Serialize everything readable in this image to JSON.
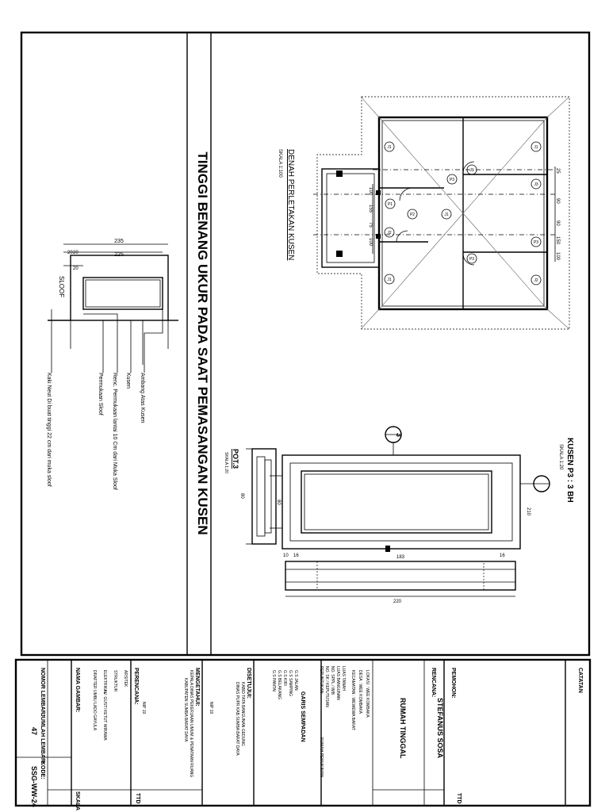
{
  "drawing": {
    "main_title": "TINGGI BENANG UKUR PADA SAAT PEMASANGAN KUSEN",
    "plan_title": "DENAH PERLETAKAN KUSEN",
    "plan_scale": "SKALA 1:100",
    "frame_title": "KUSEN P3 : 3 BH",
    "frame_scale": "SKALA 1:20",
    "section_title": "POT.3",
    "section_scale": "SKALA 1:20",
    "detail_dims": [
      "235",
      "225",
      "20",
      "20",
      "20"
    ],
    "detail_sloof": "SLOOF",
    "detail_labels": [
      "Ambang Atas Kusen",
      "Kusen",
      "Renc. Permukaan lantai 10 Cm dari Muka Sloof",
      "Permukaan Sloof",
      "Kaki Neut Di buat tinggi 22 cm dari muka sloof"
    ],
    "plan_tags": [
      "J1",
      "J2",
      "J1",
      "P1",
      "P2",
      "J1",
      "P3",
      "P3",
      "P3",
      "J3",
      "J2",
      "J1",
      "J1"
    ],
    "plan_dims": [
      "25",
      "100",
      "155",
      "75",
      "100",
      "90",
      "90",
      "150",
      "100"
    ],
    "section_marker": "3",
    "frame_dims": [
      "210",
      "16",
      "80",
      "16",
      "183",
      "10",
      "220"
    ]
  },
  "titleblock": {
    "catatan": "CATATAN",
    "pemohon_label": "PEMOHON:",
    "pemohon_name": "STEFANUS SOSA",
    "ttd1": "TTD",
    "rencana_label": "RENCANA:",
    "rencana_value": "RUMAH TINGGAL",
    "location_rows": [
      "LOKASI : WEE KOMBAKA",
      "DESA : WEE KOMBAKA",
      "KECAMATAN : WEWEWA BARAT"
    ],
    "luas_rows": [
      "LUAS TANAH",
      "LUAS BANGUNAN",
      "NO. SPPL / IMB",
      "NO. SK / KEPUTUSAN",
      "PERUNTUKAN"
    ],
    "peruntukan_value": "RUMAH PEMUKIMAN",
    "garis_title": "GARIS SEMPADAN",
    "garis_rows": [
      "G.S JALAN",
      "G.S SAMPING",
      "G.S KIRI",
      "G.S BELAKANG",
      "G.S PANTAI"
    ],
    "disetujui_label": "DISETUJUI:",
    "disetujui_org": [
      "KABID TATA BANGUNAN GEDUNG",
      "DINAS PUPR KAB.SUMBA BARAT DAYA"
    ],
    "mengetahui_label": "MENGETAHUI:",
    "mengetahui_org": [
      "KEPALA DINAS PEKERJAAN UMUM & PENATAAN RUANG",
      "KABUPATEN SUMBA BARAT DAYA"
    ],
    "nip1": "NIP 19",
    "nip2": "NIP 19",
    "perencana_label": "PERENCANA:",
    "perencana_rows": [
      "ARSITEK",
      "STRUKTUR",
      "ELEKTRIKAL",
      "DRAFTER"
    ],
    "perencana_names": [
      "",
      "",
      "I.V. GUSTI KETUT WIRAWA",
      "UMBU LADO GAYULA"
    ],
    "ttd2": "TTD",
    "nama_gambar_label": "NAMA GAMBAR:",
    "skala_label": "SKALA",
    "nomor_lembar_label": "NOMOR LEMBAR:",
    "jumlah_lembar_label": "JUMLAH LEMBAR:",
    "kode_label": "KODE:",
    "nomor_lembar_value": "47",
    "kode_value": "SSG-WW-24"
  }
}
